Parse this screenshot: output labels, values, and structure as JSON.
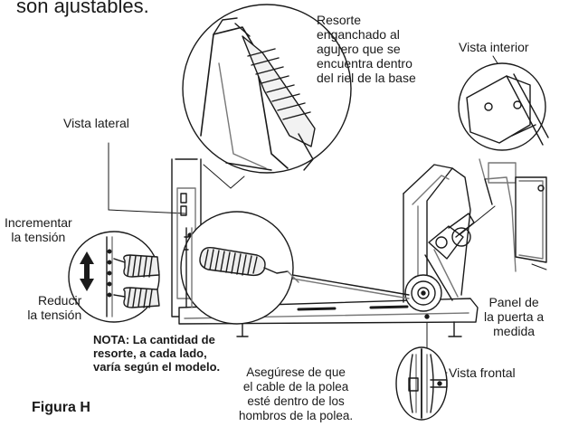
{
  "header_fragment": "son ajustables.",
  "callouts": {
    "resorte": [
      "Resorte",
      "enganchado al",
      "agujero que se",
      "encuentra dentro",
      "del riel de la base"
    ],
    "vista_interior": "Vista interior",
    "vista_lateral": "Vista lateral",
    "incrementar": [
      "Incrementar",
      "la tensión"
    ],
    "reducir": [
      "Reducir",
      "la tensión"
    ],
    "panel": [
      "Panel de",
      "la puerta a",
      "medida"
    ],
    "asegurese": [
      "Asegúrese de que",
      "el cable de la polea",
      "esté dentro de los",
      "hombros de la polea."
    ],
    "vista_frontal": "Vista frontal"
  },
  "nota": [
    "NOTA: La cantidad de",
    "resorte, a cada lado,",
    "varía según el modelo."
  ],
  "figure_label": "Figura H",
  "colors": {
    "line": "#1a1a1a",
    "gray": "#777777",
    "light": "#d9d9d9",
    "bg": "#ffffff"
  }
}
